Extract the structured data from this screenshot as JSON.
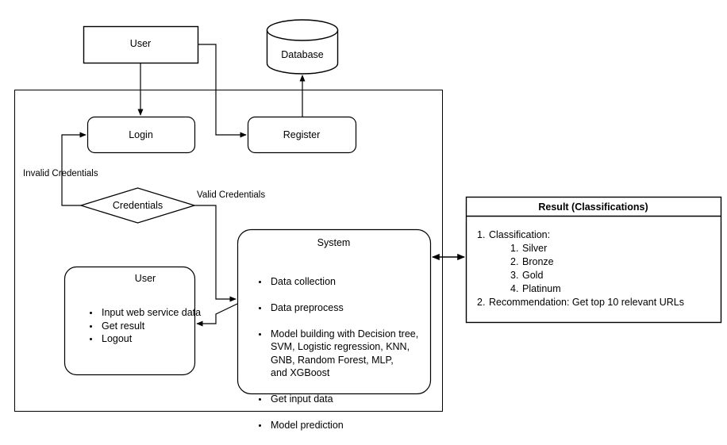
{
  "diagram": {
    "type": "system-architecture-flowchart",
    "colors": {
      "stroke": "#000000",
      "background": "#ffffff",
      "text": "#000000"
    },
    "nodes": {
      "user_top": {
        "label": "User",
        "shape": "rectangle"
      },
      "database": {
        "label": "Database",
        "shape": "cylinder"
      },
      "login": {
        "label": "Login",
        "shape": "rounded-rectangle"
      },
      "register": {
        "label": "Register",
        "shape": "rounded-rectangle"
      },
      "credentials": {
        "label": "Credentials",
        "shape": "diamond"
      },
      "user_client": {
        "title": "User",
        "shape": "rounded-rectangle",
        "items": [
          "Input web service data",
          "Get result",
          "Logout"
        ]
      },
      "system": {
        "title": "System",
        "shape": "rounded-rectangle",
        "items": [
          "Data collection",
          "Data preprocess",
          "Model building with Decision tree,\nSVM, Logistic regression, KNN,\nGNB, Random Forest, MLP,\nand XGBoost",
          "Get input data",
          "Model prediction"
        ]
      },
      "result": {
        "title": "Result (Classifications)",
        "shape": "rectangle-with-header",
        "entries": [
          {
            "num": "1.",
            "text": "Classification:"
          },
          {
            "num": "1.",
            "text": "Silver",
            "sub": true
          },
          {
            "num": "2.",
            "text": "Bronze",
            "sub": true
          },
          {
            "num": "3.",
            "text": "Gold",
            "sub": true
          },
          {
            "num": "4.",
            "text": "Platinum",
            "sub": true
          },
          {
            "num": "2.",
            "text": "Recommendation: Get top 10 relevant URLs"
          }
        ]
      },
      "boundary": {
        "label": "",
        "shape": "rectangle"
      }
    },
    "edge_labels": {
      "invalid_credentials": "Invalid Credentials",
      "valid_credentials": "Valid Credentials"
    },
    "edges": [
      {
        "from": "user_top",
        "to": "login",
        "arrow": "single"
      },
      {
        "from": "user_top",
        "to": "register",
        "arrow": "single"
      },
      {
        "from": "register",
        "to": "database",
        "arrow": "single"
      },
      {
        "from": "login",
        "to": "credentials",
        "arrow": "none"
      },
      {
        "from": "credentials",
        "to": "login",
        "arrow": "single",
        "label": "Invalid Credentials"
      },
      {
        "from": "credentials",
        "to": "system",
        "arrow": "single",
        "label": "Valid Credentials"
      },
      {
        "from": "system",
        "to": "user_client",
        "arrow": "single"
      },
      {
        "from": "system",
        "to": "result",
        "arrow": "double"
      }
    ]
  }
}
